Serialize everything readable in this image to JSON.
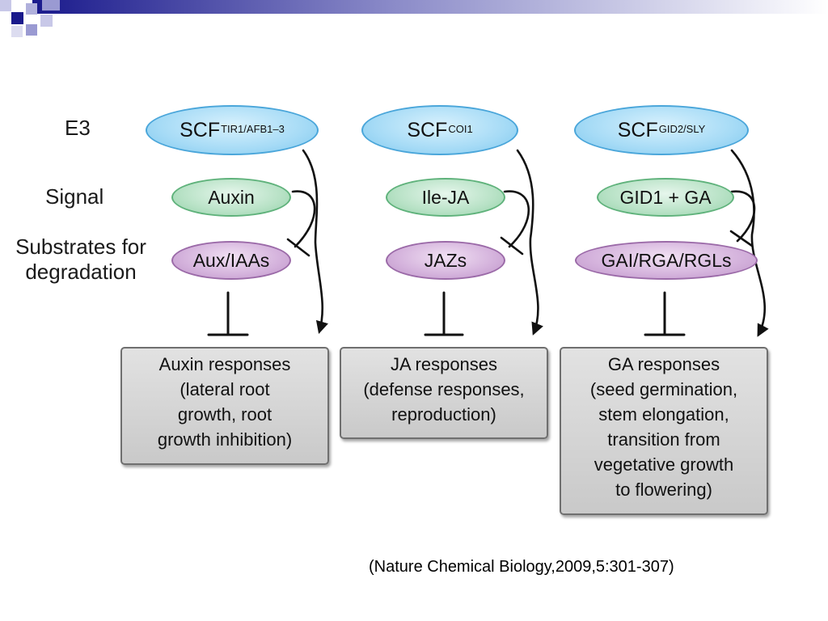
{
  "row_labels": {
    "e3": "E3",
    "signal": "Signal",
    "substrates_line1": "Substrates for",
    "substrates_line2": "degradation"
  },
  "pathways": [
    {
      "e3_main": "SCF",
      "e3_sup": "TIR1/AFB1–3",
      "signal": "Auxin",
      "substrate": "Aux/IAAs",
      "response_lines": [
        "Auxin responses",
        "(lateral root",
        "growth, root",
        "growth inhibition)"
      ]
    },
    {
      "e3_main": "SCF",
      "e3_sup": "COI1",
      "signal": "Ile-JA",
      "substrate": "JAZs",
      "response_lines": [
        "JA responses",
        "(defense responses,",
        "reproduction)"
      ]
    },
    {
      "e3_main": "SCF",
      "e3_sup": "GID2/SLY",
      "signal": "GID1 + GA",
      "substrate": "GAI/RGA/RGLs",
      "response_lines": [
        "GA responses",
        "(seed germination,",
        "stem elongation,",
        "transition from",
        "vegetative growth",
        "to flowering)"
      ]
    }
  ],
  "citation": "(Nature Chemical Biology,2009,5:301-307)",
  "colors": {
    "header_blue": "#1a1a8c",
    "e3_fill": "#a6dbf6",
    "signal_fill": "#b8e2c6",
    "substrate_fill": "#d4b2dc",
    "box_fill": "#d6d6d6",
    "arrow": "#111111"
  }
}
